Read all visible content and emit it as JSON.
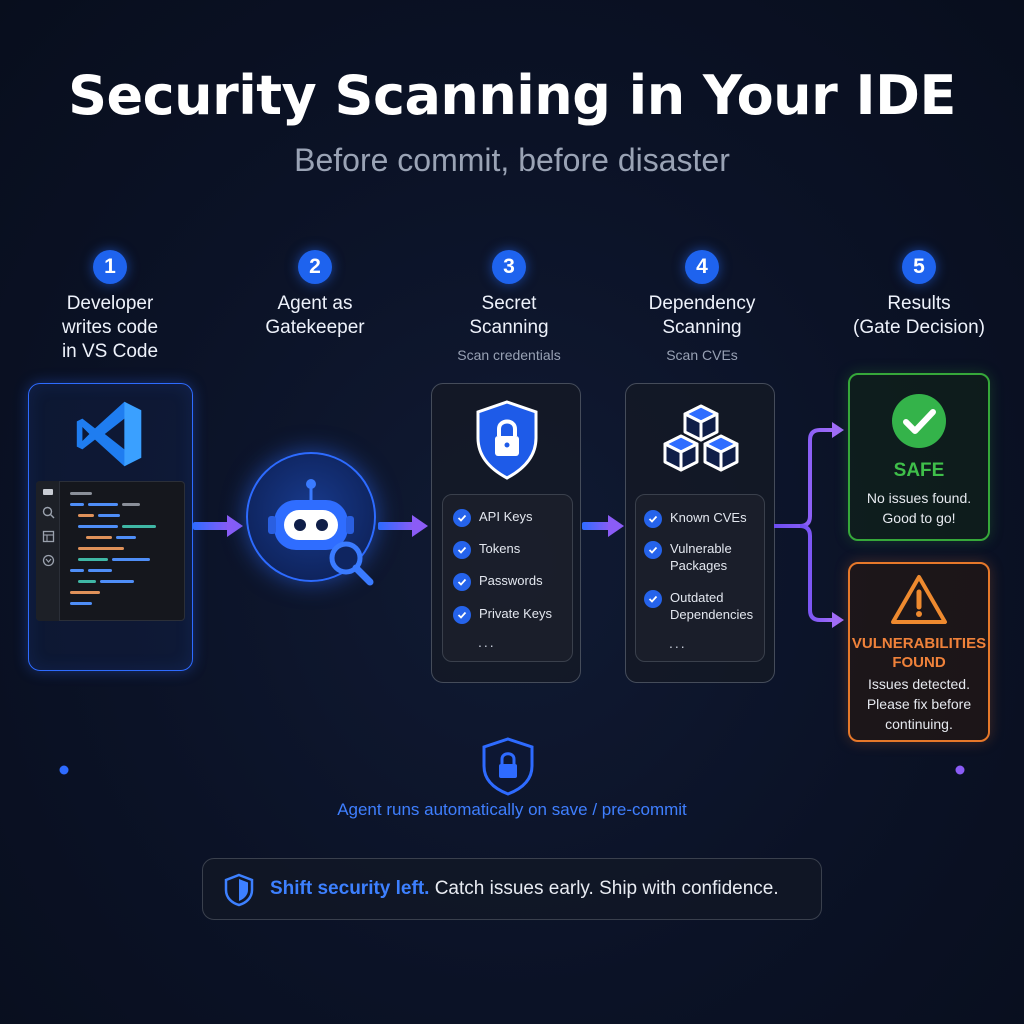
{
  "title": "Security Scanning in Your IDE",
  "subtitle": "Before commit, before disaster",
  "steps": [
    {
      "number": "1",
      "label_lines": [
        "Developer",
        "writes code",
        "in VS Code"
      ]
    },
    {
      "number": "2",
      "label_lines": [
        "Agent as",
        "Gatekeeper"
      ]
    },
    {
      "number": "3",
      "label_lines": [
        "Secret",
        "Scanning"
      ],
      "sub": "Scan credentials"
    },
    {
      "number": "4",
      "label_lines": [
        "Dependency",
        "Scanning"
      ],
      "sub": "Scan CVEs"
    },
    {
      "number": "5",
      "label_lines": [
        "Results",
        "(Gate Decision)"
      ]
    }
  ],
  "secret_scan": {
    "items": [
      "API Keys",
      "Tokens",
      "Passwords",
      "Private Keys"
    ],
    "more": "..."
  },
  "dependency_scan": {
    "items": [
      [
        "Known CVEs"
      ],
      [
        "Vulnerable",
        "Packages"
      ],
      [
        "Outdated",
        "Dependencies"
      ]
    ],
    "more": "..."
  },
  "results": {
    "safe": {
      "title": "SAFE",
      "lines": [
        "No issues found.",
        "Good to go!"
      ]
    },
    "vulnerable": {
      "title_lines": [
        "VULNERABILITIES",
        "FOUND"
      ],
      "lines": [
        "Issues detected.",
        "Please fix before",
        "continuing."
      ]
    }
  },
  "automation_note": "Agent runs automatically on save / pre-commit",
  "banner": {
    "accent": "Shift security left.",
    "rest": " Catch issues early. Ship with confidence."
  },
  "colors": {
    "accent_blue": "#2e6bff",
    "arrow_purple": "#8b5cf6",
    "safe_green": "#36a83a",
    "warning_orange": "#e6782a"
  }
}
